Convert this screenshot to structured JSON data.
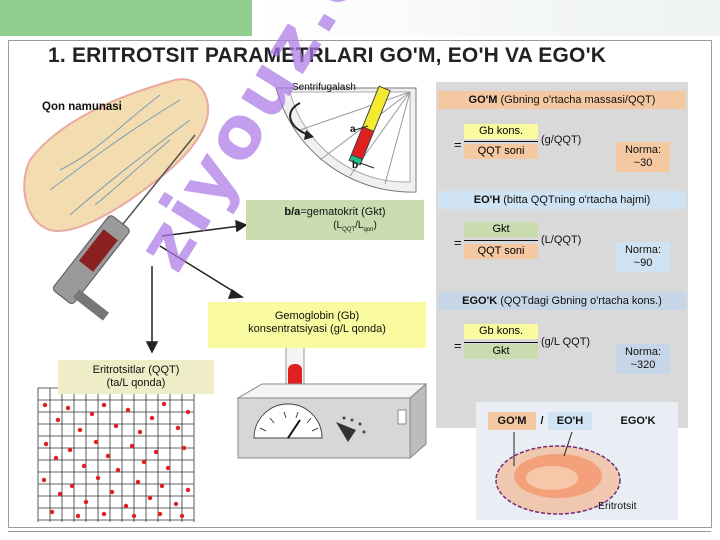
{
  "header": {
    "title": "1.  ERITROTSIT PARAMETRLARI GO'M, EO'H VA EGO'K"
  },
  "labels": {
    "blood_sample": "Qon namunasi",
    "centrifugation": "Sentrifugalash",
    "a": "a",
    "b": "b",
    "hematocrit_line1": "=gematokrit (Gkt)",
    "hematocrit_b_over_a": "b/a",
    "hematocrit_line2": "(L",
    "hematocrit_sub1": "QQT",
    "hematocrit_slash": "/L",
    "hematocrit_sub2": "qon",
    "hematocrit_close": ")",
    "hemoglobin_line1": "Gemoglobin (Gb)",
    "hemoglobin_line2": "konsentratsiyasi (g/L qonda)",
    "rbc_line1": "Eritrotsitlar (QQT)",
    "rbc_line2": "(ta/L qonda)",
    "erythrocyte": "Eritrotsit",
    "watermark": "ziyouz.com"
  },
  "formulas": [
    {
      "header_bold": "GO'M",
      "header_rest": " (Gbning o'rtacha massasi/QQT)",
      "numerator": "Gb kons.",
      "denominator": "QQT soni",
      "unit": "(g/QQT)",
      "norm_label": "Norma:",
      "norm_value": "~30",
      "accent": "#f4c9a2"
    },
    {
      "header_bold": "EO'H",
      "header_rest": " (bitta QQTning o'rtacha hajmi)",
      "numerator": "Gkt",
      "denominator": "QQT soni",
      "unit": "(L/QQT)",
      "norm_label": "Norma:",
      "norm_value": "~90",
      "accent": "#cfe3f2"
    },
    {
      "header_bold": "EGO'K",
      "header_rest": " (QQTdagi Gbning o'rtacha kons.)",
      "numerator": "Gb kons.",
      "denominator": "Gkt",
      "unit": "(g/L QQT)",
      "norm_label": "Norma:",
      "norm_value": "~320",
      "accent": "#c7d6e6"
    }
  ],
  "equals": "=",
  "tags": {
    "gom": "GO'M",
    "slash": "/",
    "eoh": "EO'H",
    "egok": "EGO'K"
  },
  "colors": {
    "green_box": "#c8dcb0",
    "yellow_box": "#fafaa0",
    "rbc_box": "#eeedc8",
    "watermark": "#b38be6",
    "blood": "#e02020"
  }
}
